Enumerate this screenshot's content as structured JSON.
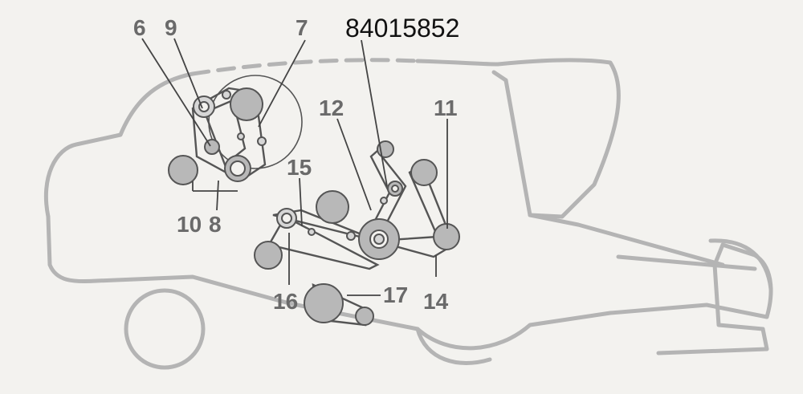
{
  "part_number": "84015852",
  "callouts": [
    "6",
    "9",
    "7",
    "12",
    "11",
    "15",
    "10",
    "8",
    "16",
    "17",
    "14"
  ]
}
